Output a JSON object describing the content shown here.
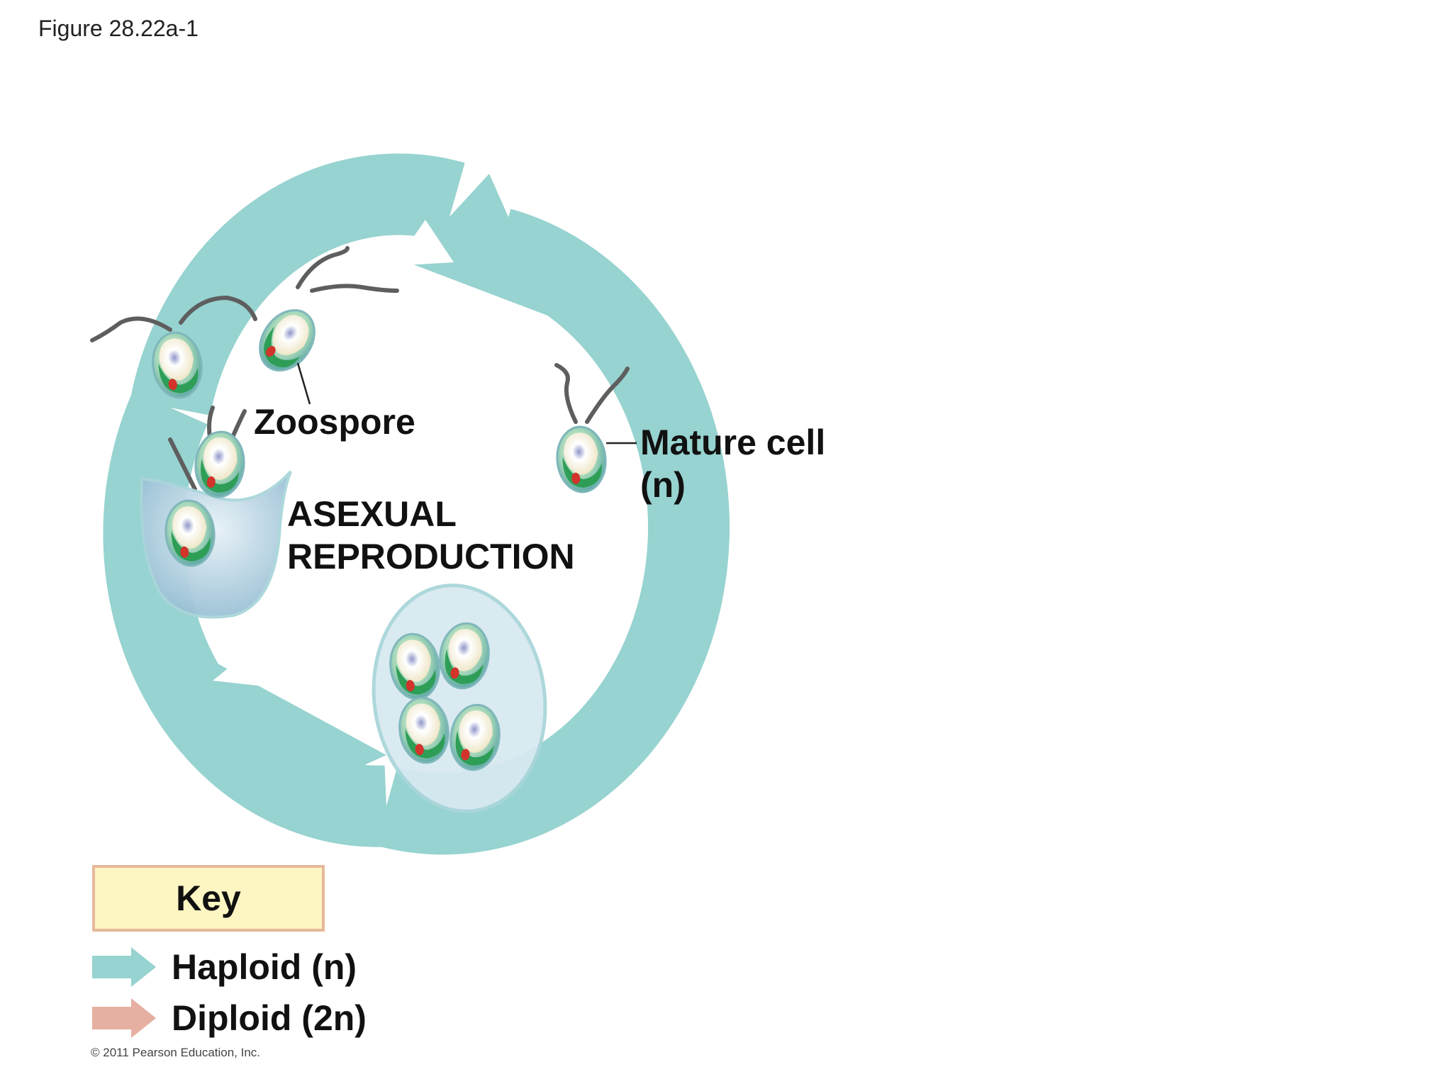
{
  "figure": {
    "title": "Figure 28.22a-1"
  },
  "labels": {
    "zoospore": "Zoospore",
    "mature_cell_line1": "Mature cell",
    "mature_cell_line2": "(n)",
    "asexual_line1": "ASEXUAL",
    "asexual_line2": "REPRODUCTION"
  },
  "key": {
    "title": "Key",
    "items": [
      {
        "label": "Haploid (n)",
        "color": "#97d3d0"
      },
      {
        "label": "Diploid (2n)",
        "color": "#e5b0a2"
      }
    ]
  },
  "copyright": "© 2011 Pearson Education, Inc.",
  "colors": {
    "cycle_arrow": "#97d3d0",
    "cell_green": "#2e9e57",
    "nucleus": "#f4efd7",
    "eyespot": "#d2332b",
    "cell_wall": "#a9d6da"
  }
}
